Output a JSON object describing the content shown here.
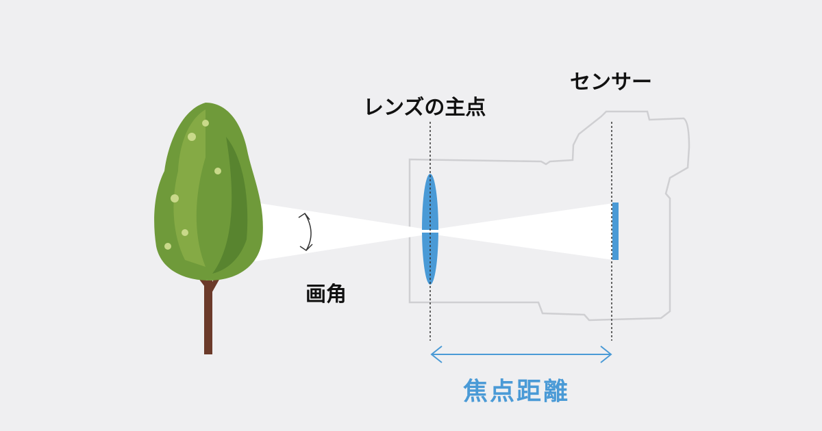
{
  "labels": {
    "angle_of_view": "画角",
    "lens_principal_point": "レンズの主点",
    "sensor": "センサー",
    "focal_length": "焦点距離"
  },
  "colors": {
    "background": "#efeff1",
    "accent_blue": "#4a9ad6",
    "camera_outline": "#cfcfd2",
    "trunk": "#6b3a2a",
    "foliage": "#6f9a3a"
  }
}
